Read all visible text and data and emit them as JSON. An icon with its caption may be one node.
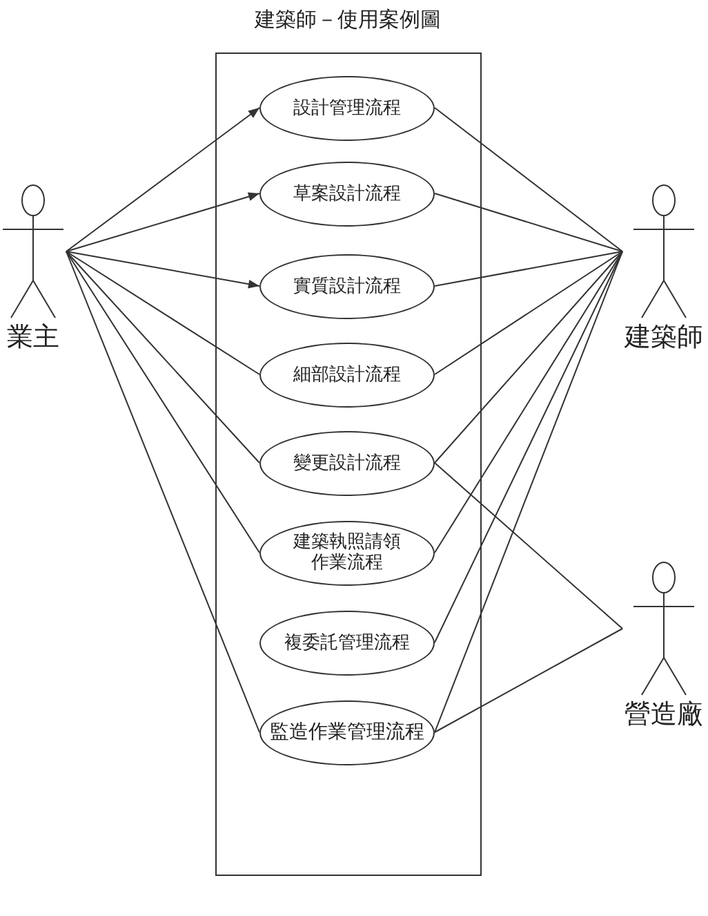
{
  "diagram": {
    "title": "建築師－使用案例圖",
    "nodes": [
      {
        "text": [
          "業主"
        ]
      },
      {
        "text": [],
        "shape": "box"
      },
      {
        "text": [
          "設計管理流程"
        ],
        "in": 1
      },
      {
        "text": [
          "草案設計流程"
        ],
        "in": 1
      },
      {
        "text": [
          "實質設計流程"
        ],
        "in": 1
      },
      {
        "text": [
          "細部設計流程"
        ],
        "in": 1
      },
      {
        "text": [
          "變更設計流程"
        ],
        "in": 1
      },
      {
        "text": [
          "建築執照請領作業流程"
        ],
        "in": 1
      },
      {
        "text": [
          "複委託管理流程"
        ],
        "in": 1
      },
      {
        "text": [
          "監造作業管理流程"
        ],
        "in": 1
      },
      {
        "text": [
          "建築師"
        ]
      },
      {
        "text": [
          "營造廠"
        ]
      }
    ],
    "edges": [
      {
        "from": 0,
        "to": 2,
        "arrow": "to"
      },
      {
        "from": 0,
        "to": 3,
        "arrow": "to"
      },
      {
        "from": 0,
        "to": 4,
        "arrow": "to"
      },
      {
        "from": 0,
        "to": 5,
        "arrow": "none"
      },
      {
        "from": 0,
        "to": 6,
        "arrow": "none"
      },
      {
        "from": 0,
        "to": 7,
        "arrow": "none"
      },
      {
        "from": 0,
        "to": 9,
        "arrow": "none"
      },
      {
        "from": 10,
        "to": 2,
        "arrow": "none"
      },
      {
        "from": 10,
        "to": 3,
        "arrow": "none"
      },
      {
        "from": 10,
        "to": 4,
        "arrow": "none"
      },
      {
        "from": 10,
        "to": 5,
        "arrow": "none"
      },
      {
        "from": 10,
        "to": 6,
        "arrow": "none"
      },
      {
        "from": 10,
        "to": 7,
        "arrow": "none"
      },
      {
        "from": 10,
        "to": 8,
        "arrow": "none"
      },
      {
        "from": 10,
        "to": 9,
        "arrow": "none"
      },
      {
        "from": 11,
        "to": 6,
        "arrow": "none"
      },
      {
        "from": 11,
        "to": 9,
        "arrow": "none"
      }
    ]
  }
}
